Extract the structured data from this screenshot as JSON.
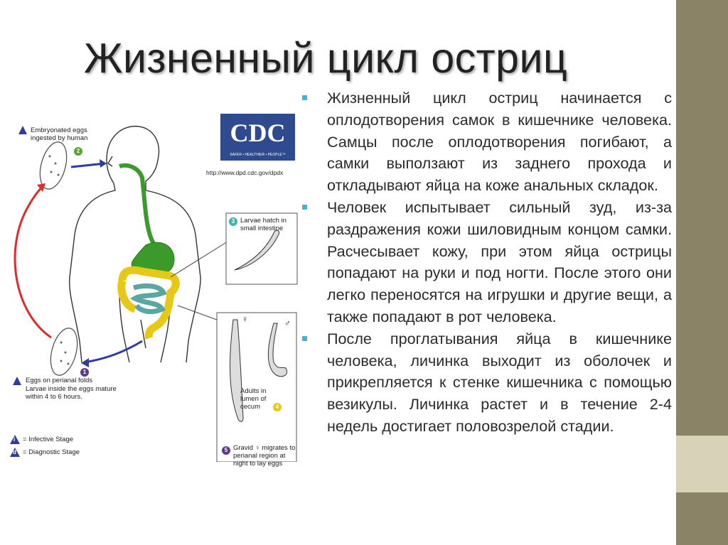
{
  "slide": {
    "title": "Жизненный цикл остриц",
    "bullets": [
      "Жизненный цикл остриц начинается с оплодотворения самок в кишечнике человека. Самцы после оплодотворения погибают, а самки выползают из заднего прохода и откладывают яйца на коже анальных складок.",
      "Человек испытывает сильный зуд, из-за раздражения кожи шиловидным концом самки. Расчесывает кожу, при этом яйца острицы попадают на руки и под ногти. После этого они легко переносятся на игрушки и другие вещи, а также попадают в рот человека.",
      "После проглатывания яйца в кишечнике человека, личинка выходит из оболочек и прикрепляется к стенке кишечника с помощью везикулы. Личинка растет и в течение 2-4 недель достигает половозрелой стадии."
    ]
  },
  "figure": {
    "cdc_logo": "CDC",
    "cdc_tagline": "SAFER • HEALTHIER • PEOPLE™",
    "url": "http://www.dpd.cdc.gov/dpdx",
    "step1": "Embryonated eggs ingested by human",
    "step2_num": "2",
    "step3_num": "3",
    "step3": "Larvae hatch in small intestine",
    "step4_num": "4",
    "step4": "Adults in lumen of cecum",
    "step5_num": "5",
    "step5": "Gravid ♀ migrates to perianal region at night to lay eggs",
    "step1_num": "1",
    "eggs_label": "Eggs on perianal folds",
    "eggs_sub": "Larvae inside the eggs mature within 4 to 6 hours.",
    "female_sym": "♀",
    "male_sym": "♂",
    "legend_i_mark": "i",
    "legend_i": "= Infective Stage",
    "legend_d_mark": "d",
    "legend_d": "= Diagnostic Stage",
    "colors": {
      "badge": "#5e3a8c",
      "green_badge": "#5aa338",
      "accent": "#3fb6d8",
      "gut_green": "#3a9b2a",
      "gut_yellow": "#e8c817",
      "gut_teal": "#5aa6a0"
    }
  }
}
